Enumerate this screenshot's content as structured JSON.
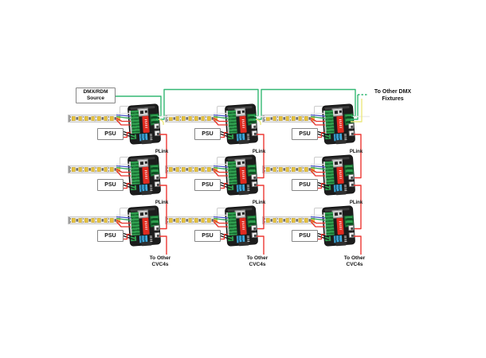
{
  "diagram": {
    "source_box": {
      "line1": "DMX/RDM",
      "line2": "Source"
    },
    "psu_label": "PSU",
    "plink_label": "PLink",
    "to_other_dmx": {
      "line1": "To Other DMX",
      "line2": "Fixtures"
    },
    "to_other_cvc4s": {
      "line1": "To Other",
      "line2": "CVC4s"
    },
    "units": {
      "rows": 3,
      "columns": 3
    }
  },
  "colors": {
    "page_bg": "#ffffff",
    "dmx_wire_green": "#33b873",
    "spare_wire_yellow": "#ece87f",
    "spare_wire_white": "#ececec",
    "plink_wire_red": "#ed3833",
    "power_wire_black": "#1a1a1a",
    "power_wire_red": "#e8322b",
    "strip_wire_white": "#e4e4e4",
    "strip_wire_blue": "#4753c6",
    "strip_wire_green": "#2fa95d",
    "strip_wire_red": "#e8322b",
    "strip_body": "#ededed",
    "strip_border": "#c9c9c9",
    "led_yellow": "#e7c33e",
    "led_dark": "#5d5d5d",
    "controller_body": "#1c1c1c",
    "terminal_green": "#2f9e4e",
    "terminal_blue": "#3fa9dd",
    "red_label": "#e02b20",
    "box_border": "#868686",
    "label_text": "#111111"
  }
}
